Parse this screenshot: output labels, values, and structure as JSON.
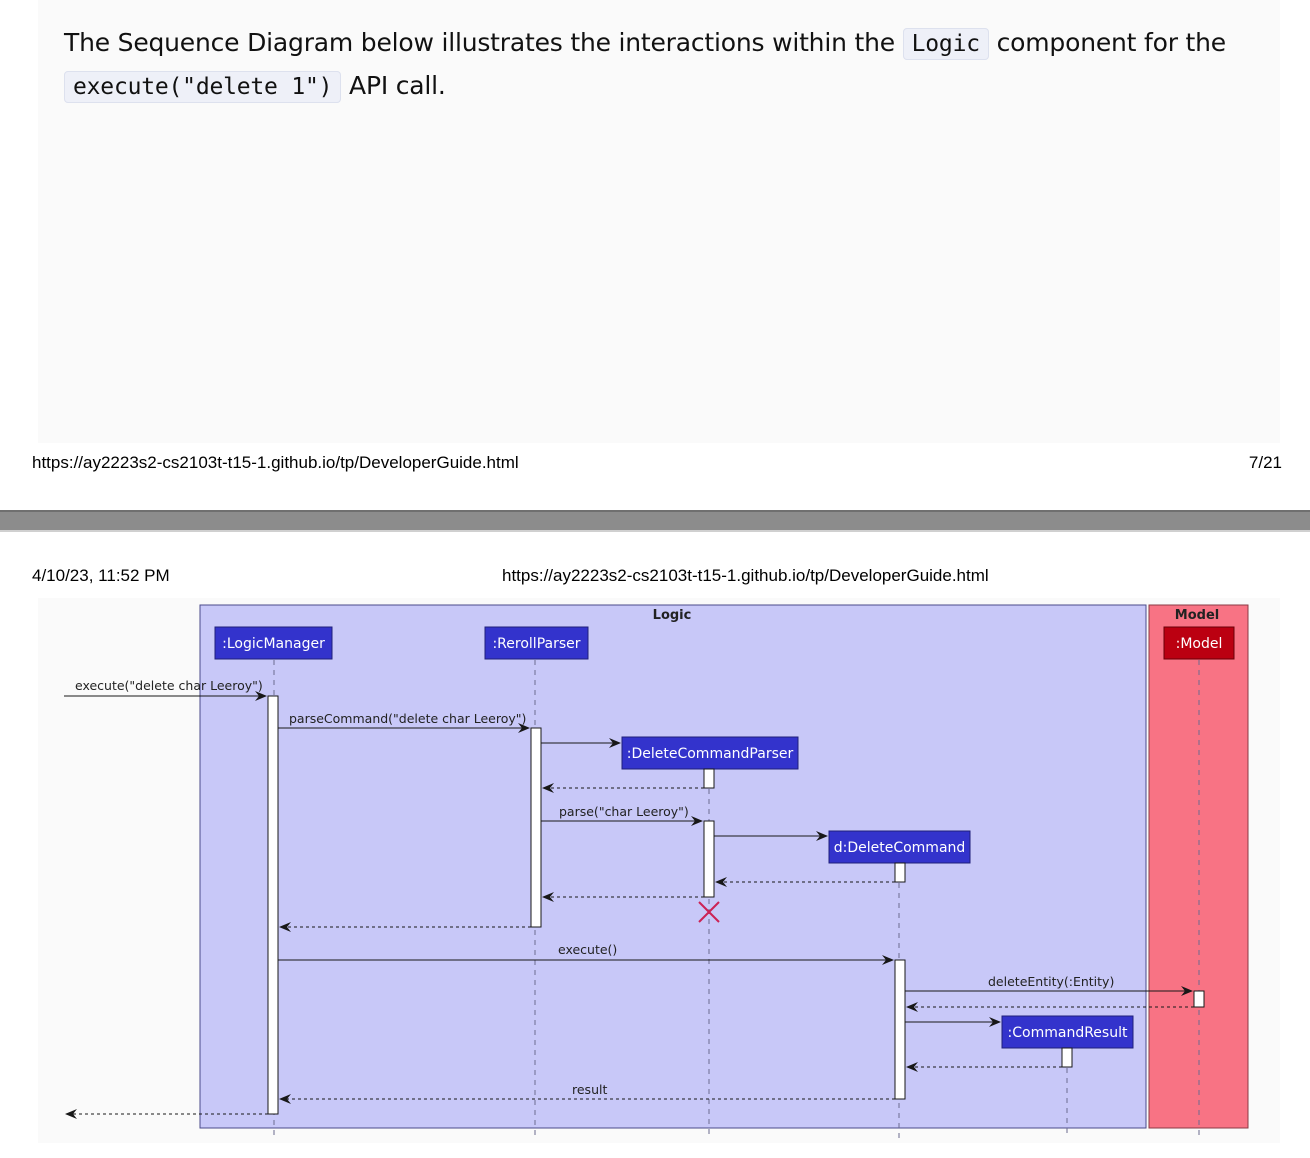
{
  "intro": {
    "text_before": "The Sequence Diagram below illustrates the interactions within the ",
    "code_logic": "Logic",
    "text_middle": " component for the ",
    "code_execute": "execute(\"delete 1\")",
    "text_after": " API call."
  },
  "footer": {
    "url": "https://ay2223s2-cs2103t-t15-1.github.io/tp/DeveloperGuide.html",
    "page": "7/21"
  },
  "header": {
    "datetime": "4/10/23, 11:52 PM",
    "url": "https://ay2223s2-cs2103t-t15-1.github.io/tp/DeveloperGuide.html"
  },
  "diagram": {
    "colors": {
      "logic_bg": "#c8c8f8",
      "model_bg": "#f87384",
      "participant_blue": "#3333cc",
      "participant_red": "#bb0011",
      "destroy": "#cc2255"
    },
    "packages": {
      "logic": "Logic",
      "model": "Model"
    },
    "participants": {
      "logic_manager": ":LogicManager",
      "reroll_parser": ":RerollParser",
      "delete_command_parser": ":DeleteCommandParser",
      "delete_command": "d:DeleteCommand",
      "command_result": ":CommandResult",
      "model": ":Model"
    },
    "messages": {
      "execute_call": "execute(\"delete char Leeroy\")",
      "parse_command": "parseCommand(\"delete char Leeroy\")",
      "parse": "parse(\"char Leeroy\")",
      "execute": "execute()",
      "delete_entity": "deleteEntity(:Entity)",
      "result": "result"
    }
  }
}
